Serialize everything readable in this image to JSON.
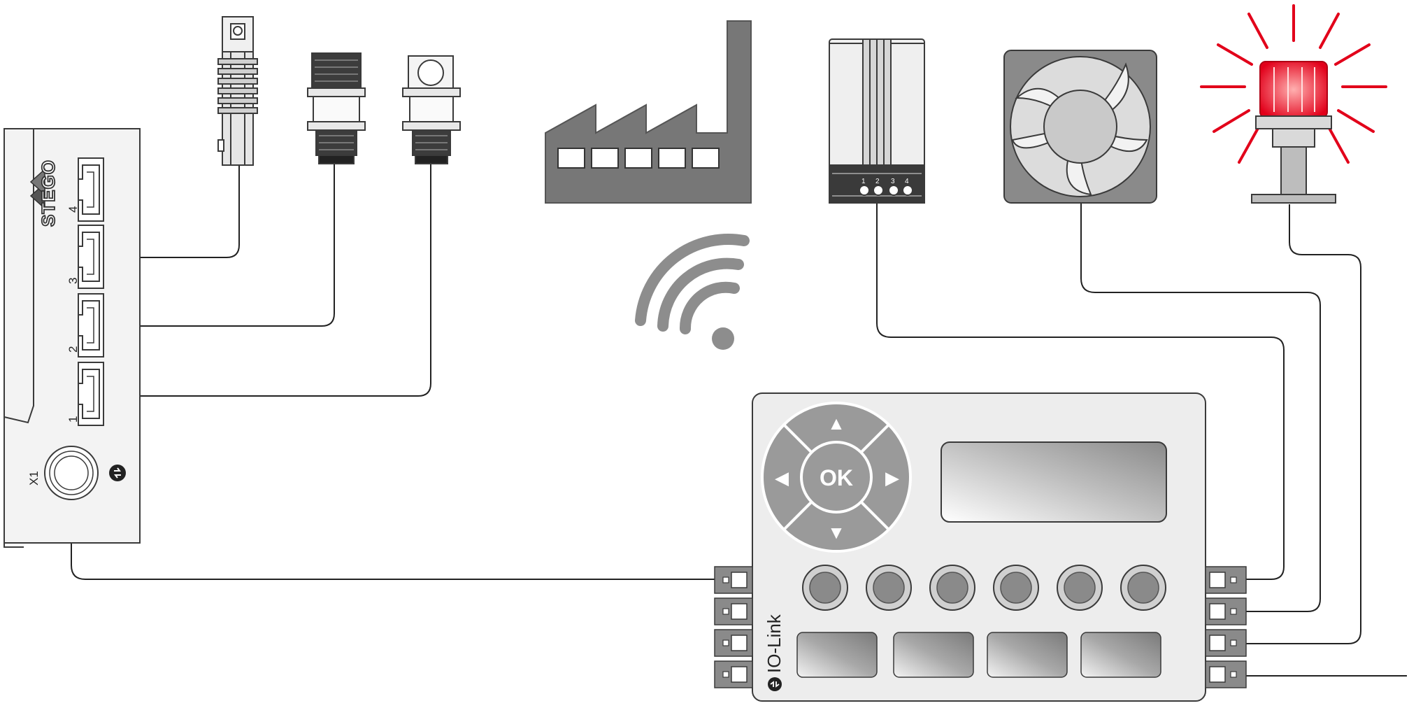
{
  "hub": {
    "brand": "STEGO",
    "ports": [
      "1",
      "2",
      "3",
      "4"
    ],
    "power_port": "X1"
  },
  "master": {
    "ok_label": "OK",
    "brand": "IO-Link",
    "arrow_up": "▲",
    "arrow_down": "▼",
    "arrow_left": "◀",
    "arrow_right": "▶"
  },
  "heater": {
    "terminals": [
      "1",
      "2",
      "3",
      "4"
    ]
  },
  "colors": {
    "outline": "#3a3a3a",
    "panel": "#ededed",
    "dark_gray": "#7a7a7a",
    "mid_gray": "#9a9a9a",
    "beacon_red": "#e2001a"
  },
  "icons": [
    "factory-icon",
    "wifi-icon",
    "heater-icon",
    "fan-icon",
    "beacon-icon",
    "io-link-icon"
  ]
}
